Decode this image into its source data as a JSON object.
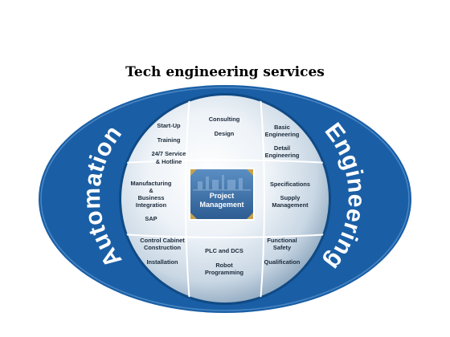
{
  "title": "Tech engineering services",
  "left_word": "Automation",
  "right_word": "Engineering",
  "center": {
    "line1": "Project",
    "line2": "Management"
  },
  "services": {
    "consulting": "Consulting",
    "design": "Design",
    "startup": "Start-Up",
    "training": "Training",
    "service_line1": "24/7 Service",
    "service_line2": "& Hotline",
    "basic_line1": "Basic",
    "basic_line2": "Engineering",
    "detail_line1": "Detail",
    "detail_line2": "Engineering",
    "manufacturing_line1": "Manufacturing",
    "manufacturing_line2": "&",
    "manufacturing_line3": "Business",
    "manufacturing_line4": "Integration",
    "sap": "SAP",
    "specifications": "Specifications",
    "supply_line1": "Supply",
    "supply_line2": "Management",
    "cabinet_line1": "Control Cabinet",
    "cabinet_line2": "Construction",
    "installation": "Installation",
    "plc": "PLC and DCS",
    "robot_line1": "Robot",
    "robot_line2": "Programming",
    "functional_line1": "Functional",
    "functional_line2": "Safety",
    "qualification": "Qualification"
  },
  "colors": {
    "outer_blue": "#1a5fa6",
    "sphere_light": "#e8f0f7",
    "sphere_shade": "#9fb7cd",
    "center_blue": "#3a6ea5",
    "corner_gold": "#c8a24a"
  }
}
